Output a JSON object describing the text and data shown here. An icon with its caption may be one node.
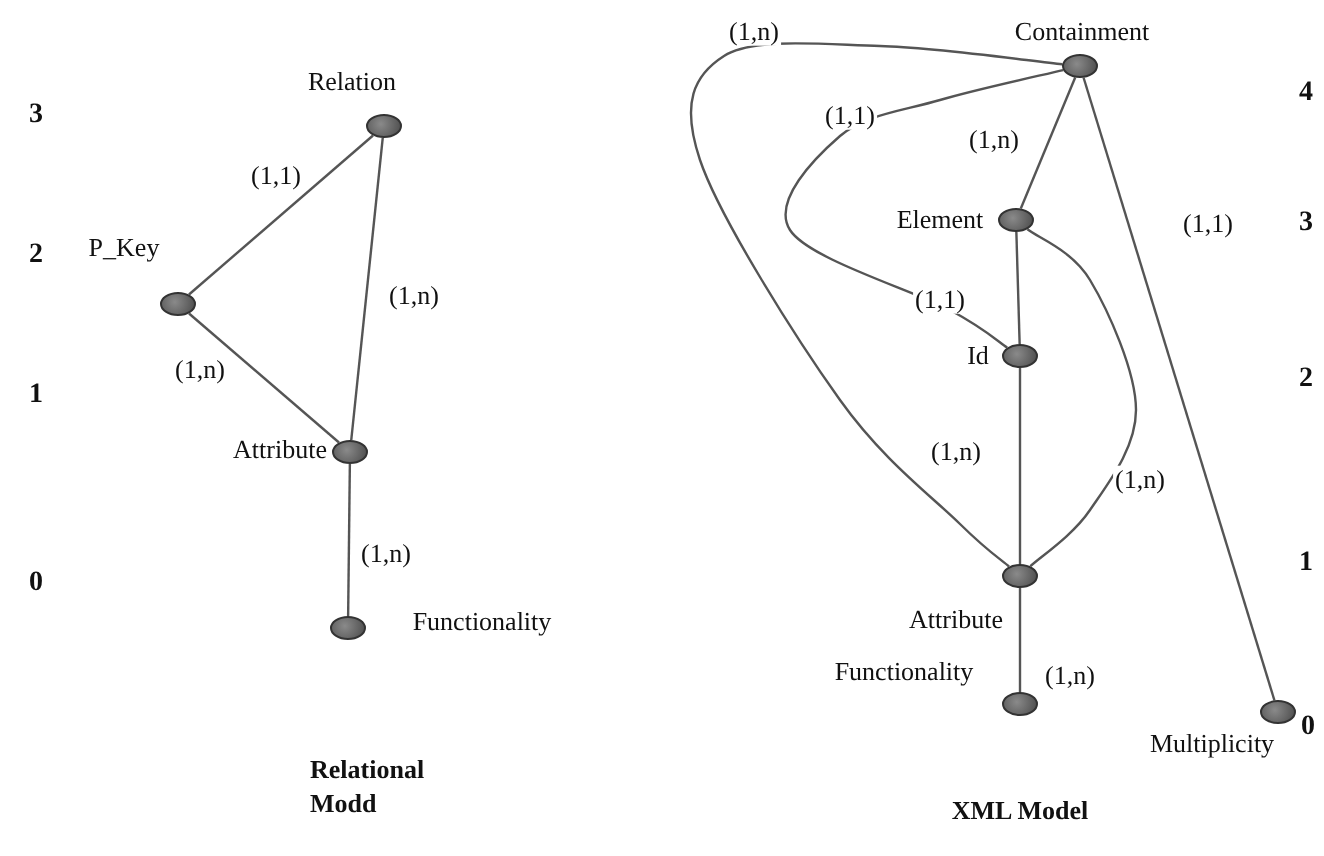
{
  "diagram": {
    "nodes": [
      {
        "text": [],
        "shape": "circle",
        "beside": [
          "Relation"
        ]
      },
      {
        "text": [],
        "shape": "circle",
        "beside": [
          "P_Key"
        ]
      },
      {
        "text": [],
        "shape": "circle",
        "beside": [
          "Attribute"
        ]
      },
      {
        "text": [],
        "shape": "circle",
        "beside": [
          "Functionality"
        ]
      },
      {
        "text": [],
        "shape": "circle",
        "beside": [
          "Containment"
        ]
      },
      {
        "text": [],
        "shape": "circle",
        "beside": [
          "Element"
        ]
      },
      {
        "text": [],
        "shape": "circle",
        "beside": [
          "Id"
        ]
      },
      {
        "text": [],
        "shape": "circle",
        "beside": [
          "Attribute"
        ]
      },
      {
        "text": [],
        "shape": "circle",
        "beside": [
          "Functionality"
        ]
      },
      {
        "text": [],
        "shape": "circle",
        "beside": [
          "Multiplicity"
        ]
      }
    ],
    "edges": [
      {
        "from": 0,
        "to": 1,
        "arrow": "none",
        "label": "(1,1)"
      },
      {
        "from": 0,
        "to": 2,
        "arrow": "none",
        "label": "(1,n)"
      },
      {
        "from": 1,
        "to": 2,
        "arrow": "none",
        "label": "(1,n)"
      },
      {
        "from": 2,
        "to": 3,
        "arrow": "none",
        "label": "(1,n)"
      },
      {
        "from": 4,
        "to": 7,
        "arrow": "none",
        "label": "(1,n)"
      },
      {
        "from": 4,
        "to": 6,
        "arrow": "none",
        "label": "(1,1)"
      },
      {
        "from": 4,
        "to": 5,
        "arrow": "none",
        "label": "(1,n)"
      },
      {
        "from": 4,
        "to": 9,
        "arrow": "none",
        "label": "(1,1)"
      },
      {
        "from": 5,
        "to": 6,
        "arrow": "none"
      },
      {
        "from": 6,
        "to": 7,
        "arrow": "none"
      },
      {
        "from": 5,
        "to": 7,
        "arrow": "none",
        "label": "(1,n)"
      },
      {
        "from": 7,
        "to": 8,
        "arrow": "none",
        "label": "(1,n)"
      }
    ],
    "labels": [
      "3",
      "2",
      "1",
      "0",
      "Relational Modd",
      "(1,1)",
      "(1,n)",
      "XML Model",
      "4",
      "3",
      "2",
      "1",
      "0"
    ]
  }
}
